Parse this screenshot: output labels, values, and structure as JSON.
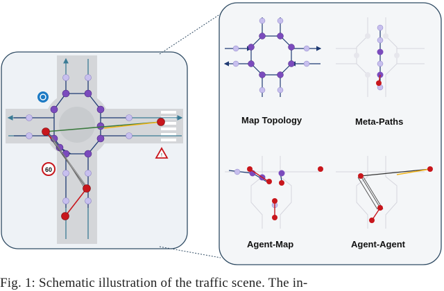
{
  "panels": {
    "top_left": "Map Topology",
    "top_right": "Meta-Paths",
    "bottom_left": "Agent-Map",
    "bottom_right": "Agent-Agent"
  },
  "sign": {
    "speed_limit": "60"
  },
  "caption": "Fig. 1: Schematic illustration of the traffic scene. The in-",
  "colors": {
    "map_node": "#7b4bbd",
    "light_node": "#c7bfee",
    "agent": "#c8161c",
    "lane_arrow": "#1f3a73",
    "road": "#d4d6d9",
    "yellow_edge": "#f2b418",
    "green_edge": "#3b7a3e",
    "panel_border": "#2f4b63"
  },
  "icons": [
    "roundabout-sign-icon",
    "speed-limit-sign-icon",
    "warning-sign-icon"
  ]
}
